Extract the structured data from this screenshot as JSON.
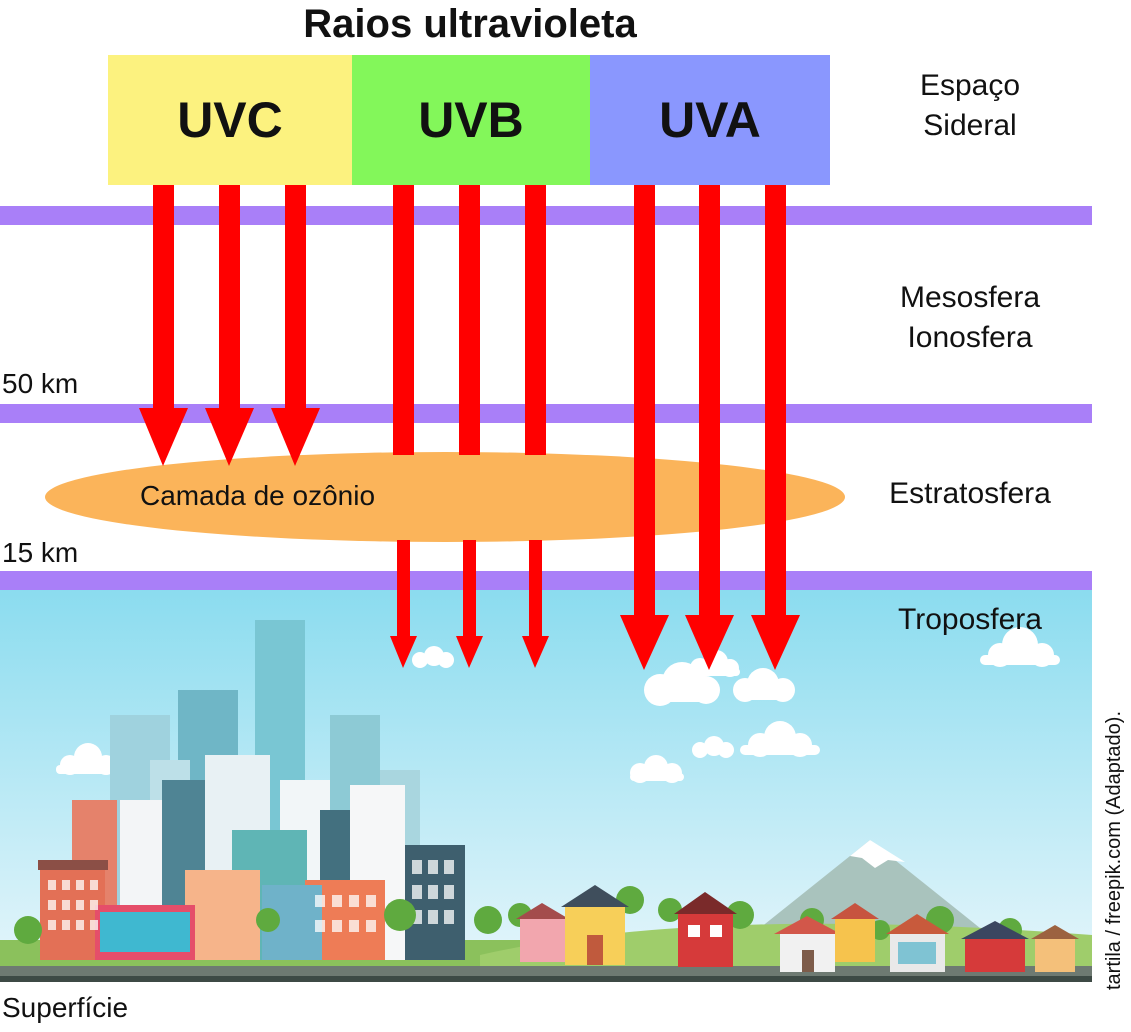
{
  "title": "Raios ultravioleta",
  "uv_bands": [
    {
      "label": "UVC",
      "color": "#fcf27f"
    },
    {
      "label": "UVB",
      "color": "#83f75a"
    },
    {
      "label": "UVA",
      "color": "#8a97fe"
    }
  ],
  "layers": {
    "space_line1": "Espaço",
    "space_line2": "Sideral",
    "meso_line1": "Mesosfera",
    "meso_line2": "Ionosfera",
    "strato": "Estratosfera",
    "tropo": "Troposfera"
  },
  "altitudes": {
    "km50": "50 km",
    "km15": "15 km"
  },
  "ozone_label": "Camada de ozônio",
  "surface_label": "Superfície",
  "credit": "tartila / freepik.com (Adaptado).",
  "colors": {
    "arrow": "#ff0000",
    "band": "#a97ff8",
    "ozone": "#fbb45a",
    "sky": "#8fdcef",
    "ground": "#8bc15c"
  }
}
